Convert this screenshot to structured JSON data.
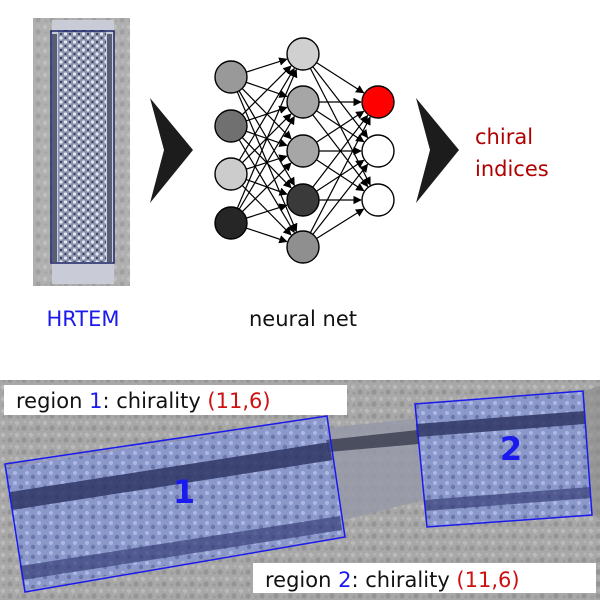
{
  "top": {
    "hrtem_label": "HRTEM",
    "network_label": "neural net",
    "output_label_line1": "chiral",
    "output_label_line2": "indices"
  },
  "bottom": {
    "region1": {
      "prefix": "region ",
      "number": "1",
      "mid": ": chirality ",
      "indices": "(11,6)",
      "box_label": "1"
    },
    "region2": {
      "prefix": "region ",
      "number": "2",
      "mid": ": chirality ",
      "indices": "(11,6)",
      "box_label": "2"
    }
  },
  "network": {
    "layers": [
      [
        "#999999",
        "#707070",
        "#cccccc",
        "#262626"
      ],
      [
        "#d0d0d0",
        "#a6a6a6",
        "#a6a6a6",
        "#3a3a3a",
        "#8f8f8f"
      ],
      [
        "#ff0000",
        "#ffffff",
        "#ffffff"
      ]
    ]
  },
  "colors": {
    "label_blue": "#1a1aee",
    "label_red": "#b00000",
    "index_red": "#cc1111",
    "box_blue": "#1a1aee"
  }
}
